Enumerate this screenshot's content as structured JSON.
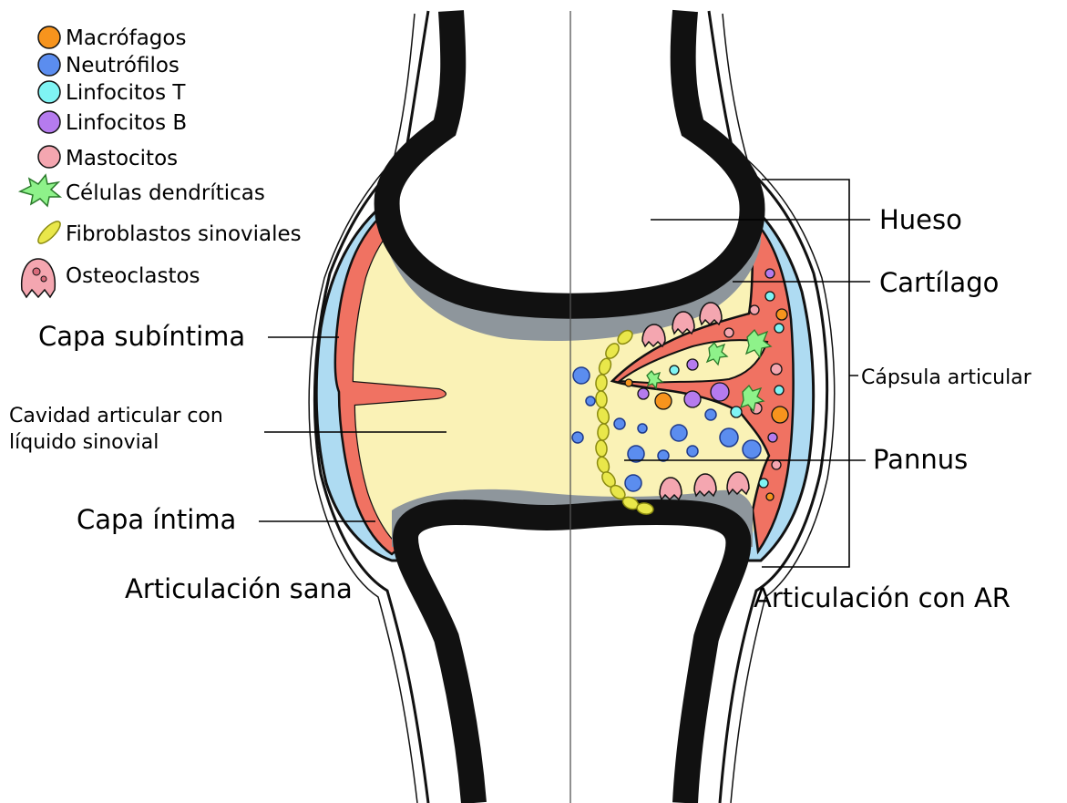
{
  "legend": [
    {
      "label": "Macrófagos",
      "icon": "macrophage-icon",
      "color": "#F7941D"
    },
    {
      "label": "Neutrófilos",
      "icon": "neutrophil-icon",
      "color": "#5B8DEF"
    },
    {
      "label": "Linfocitos T",
      "icon": "t-lymphocyte-icon",
      "color": "#7FF4F4"
    },
    {
      "label": "Linfocitos B",
      "icon": "b-lymphocyte-icon",
      "color": "#B57BEE"
    },
    {
      "label": "Mastocitos",
      "icon": "mast-cell-icon",
      "color": "#F4A6B0"
    },
    {
      "label": "Células dendríticas",
      "icon": "dendritic-cell-icon",
      "color": "#8EF28A"
    },
    {
      "label": "Fibroblastos sinoviales",
      "icon": "fibroblast-icon",
      "color": "#E9E74A"
    },
    {
      "label": "Osteoclastos",
      "icon": "osteoclast-icon",
      "color": "#F4A6B0"
    }
  ],
  "labels": {
    "capa_subintima": "Capa subíntima",
    "cavidad_line1": "Cavidad articular con",
    "cavidad_line2": "líquido sinovial",
    "capa_intima": "Capa íntima",
    "articulacion_sana": "Articulación sana",
    "hueso": "Hueso",
    "cartilago": "Cartílago",
    "capsula": "Cápsula articular",
    "pannus": "Pannus",
    "articulacion_ar": "Articulación con AR"
  },
  "colors": {
    "bone_outline": "#111111",
    "cartilage": "#8E969C",
    "synovial_fluid": "#FAF2B6",
    "capsule_blue": "#AEDBF2",
    "synovium_red": "#F07262",
    "fibroblast": "#E9E74A"
  }
}
